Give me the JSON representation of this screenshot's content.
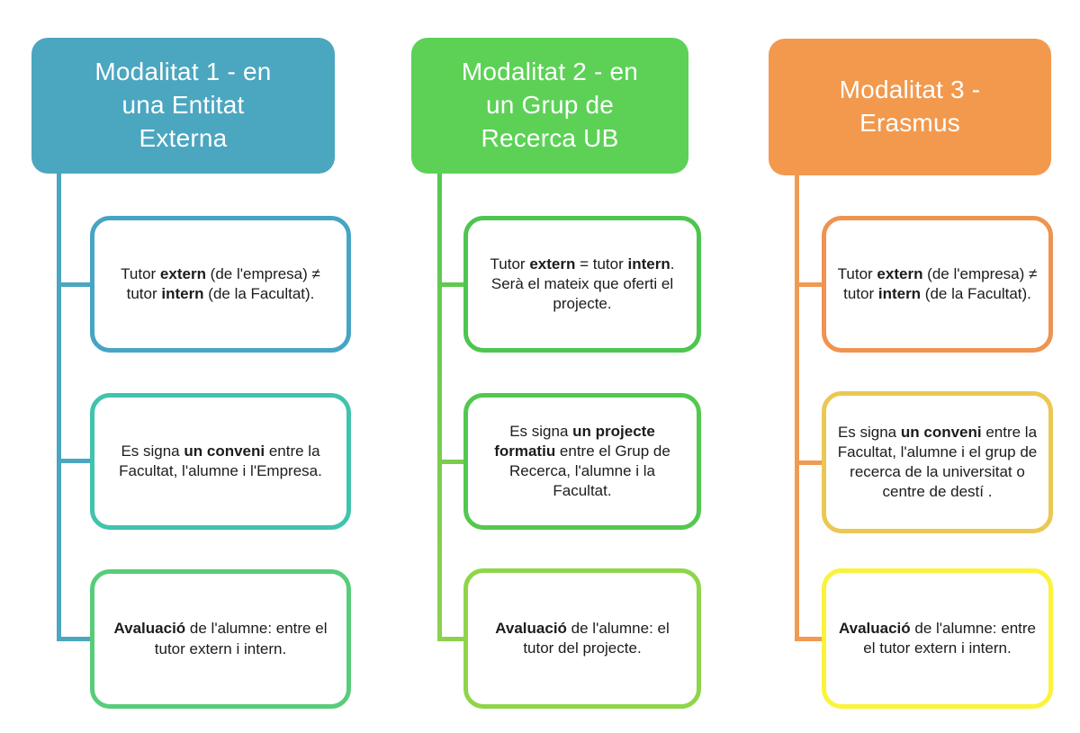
{
  "diagram": {
    "title": "",
    "columns": [
      {
        "id": "modalitat-1",
        "header": {
          "lines": [
            "Modalitat 1 - en",
            "una Entitat",
            "Externa"
          ],
          "full_label": "Modalitat 1 - en una Entitat Externa",
          "bg": "#4ba6c0",
          "text_color": "#ffffff"
        },
        "connector": {
          "top": "#4ba6c0",
          "bottom": "#4ba6c0",
          "branches": [
            "#4ba6c0",
            "#4ba6c0",
            "#4ba6c0"
          ]
        },
        "boxes": [
          {
            "border": "#47a4c4",
            "segments": [
              {
                "t": "Tutor ",
                "b": false
              },
              {
                "t": "extern",
                "b": true
              },
              {
                "t": " (de l'empresa) ≠ tutor ",
                "b": false
              },
              {
                "t": "intern",
                "b": true
              },
              {
                "t": " (de la Facultat).",
                "b": false
              }
            ]
          },
          {
            "border": "#41c3ad",
            "segments": [
              {
                "t": "Es signa ",
                "b": false
              },
              {
                "t": "un conveni",
                "b": true
              },
              {
                "t": " entre la Facultat, l'alumne i l'Empresa.",
                "b": false
              }
            ]
          },
          {
            "border": "#58cc7a",
            "segments": [
              {
                "t": "Avaluació",
                "b": true
              },
              {
                "t": " de l'alumne: entre el tutor extern i intern.",
                "b": false
              }
            ]
          }
        ]
      },
      {
        "id": "modalitat-2",
        "header": {
          "lines": [
            "Modalitat 2 - en",
            "un Grup de",
            "Recerca UB"
          ],
          "full_label": "Modalitat 2 - en un Grup de Recerca UB",
          "bg": "#5cd156",
          "text_color": "#ffffff"
        },
        "connector": {
          "top": "#55c754",
          "bottom": "#8ed14c",
          "branches": [
            "#61c951",
            "#79ce4e",
            "#8ed14c"
          ]
        },
        "boxes": [
          {
            "border": "#4ec54f",
            "segments": [
              {
                "t": "Tutor ",
                "b": false
              },
              {
                "t": "extern",
                "b": true
              },
              {
                "t": " = tutor ",
                "b": false
              },
              {
                "t": "intern",
                "b": true
              },
              {
                "t": ". Serà el mateix que oferti el projecte.",
                "b": false
              }
            ]
          },
          {
            "border": "#53c84e",
            "segments": [
              {
                "t": "Es signa ",
                "b": false
              },
              {
                "t": "un projecte formatiu",
                "b": true
              },
              {
                "t": " entre el Grup de Recerca, l'alumne i la Facultat.",
                "b": false
              }
            ]
          },
          {
            "border": "#8fd54a",
            "segments": [
              {
                "t": "Avaluació",
                "b": true
              },
              {
                "t": " de l'alumne: el tutor del projecte.",
                "b": false
              }
            ]
          }
        ]
      },
      {
        "id": "modalitat-3",
        "header": {
          "lines": [
            "Modalitat 3 -",
            "Erasmus"
          ],
          "full_label": "Modalitat 3 - Erasmus",
          "bg": "#f2994e",
          "text_color": "#ffffff"
        },
        "connector": {
          "top": "#f09a52",
          "bottom": "#f09a52",
          "branches": [
            "#f09a52",
            "#f09a52",
            "#f09a52"
          ]
        },
        "boxes": [
          {
            "border": "#ef9350",
            "segments": [
              {
                "t": "Tutor ",
                "b": false
              },
              {
                "t": "extern",
                "b": true
              },
              {
                "t": " (de l'empresa) ≠ tutor ",
                "b": false
              },
              {
                "t": "intern",
                "b": true
              },
              {
                "t": " (de la Facultat).",
                "b": false
              }
            ]
          },
          {
            "border": "#ebc853",
            "segments": [
              {
                "t": "Es signa ",
                "b": false
              },
              {
                "t": "un conveni",
                "b": true
              },
              {
                "t": " entre la Facultat, l'alumne i el grup de recerca de la universitat o centre de destí .",
                "b": false
              }
            ]
          },
          {
            "border": "#fbf33a",
            "segments": [
              {
                "t": "Avaluació",
                "b": true
              },
              {
                "t": " de l'alumne: entre el tutor extern i intern.",
                "b": false
              }
            ]
          }
        ]
      }
    ]
  }
}
